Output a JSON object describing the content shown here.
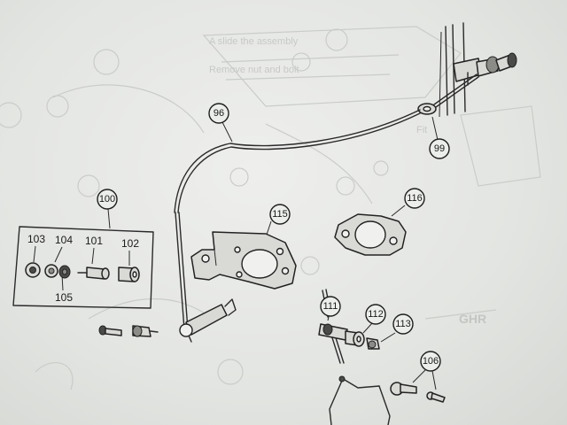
{
  "diagram": {
    "callouts": {
      "c96": "96",
      "c99": "99",
      "c100": "100",
      "c115": "115",
      "c116": "116",
      "c111": "111",
      "c112": "112",
      "c113": "113",
      "c106": "106"
    },
    "group_labels": {
      "l103": "103",
      "l104": "104",
      "l101": "101",
      "l102": "102",
      "l105": "105"
    },
    "ghost_text": {
      "bleed_label": "GHR"
    },
    "colors": {
      "paper": "#e4e6e3",
      "ink": "#222222"
    }
  }
}
